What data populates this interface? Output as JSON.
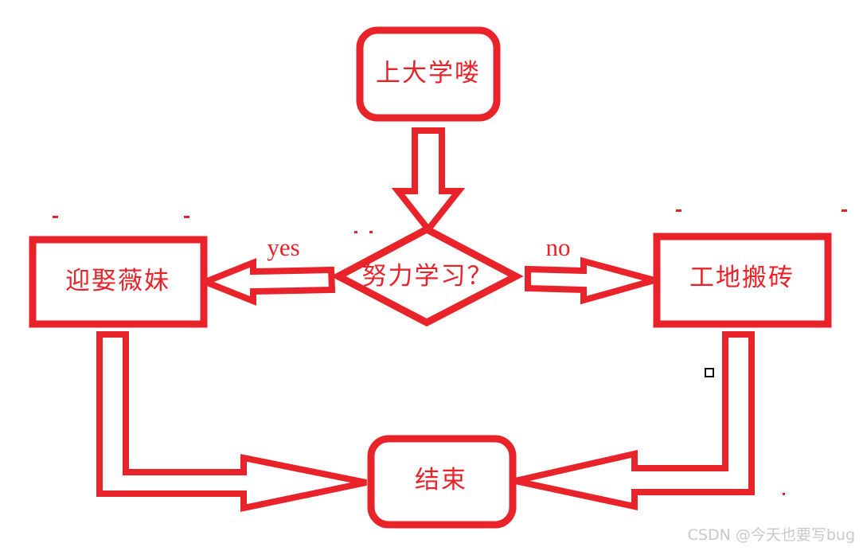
{
  "diagram": {
    "title": "",
    "colors": {
      "stroke": "#e8232a",
      "fill": "#ffffff",
      "background": "#ffffff",
      "watermark": "#c9c9c9",
      "artifact": "#111111"
    },
    "nodes": {
      "start": {
        "label": "上大学喽",
        "shape": "rounded-rectangle"
      },
      "decision": {
        "label": "努力学习？",
        "shape": "diamond"
      },
      "yes_branch": {
        "label": "迎娶薇妹",
        "shape": "rectangle"
      },
      "no_branch": {
        "label": "工地搬砖",
        "shape": "rectangle"
      },
      "end": {
        "label": "结束",
        "shape": "rounded-rectangle"
      }
    },
    "edges": {
      "start_to_decision": {
        "label": "",
        "direction": "down"
      },
      "decision_to_yes": {
        "label": "yes",
        "direction": "left"
      },
      "decision_to_no": {
        "label": "no",
        "direction": "right"
      },
      "yes_to_end": {
        "label": "",
        "direction": "down-right-elbow"
      },
      "no_to_end": {
        "label": "",
        "direction": "down-left-elbow"
      }
    }
  },
  "watermark": {
    "text": "CSDN @今天也要写bug"
  }
}
